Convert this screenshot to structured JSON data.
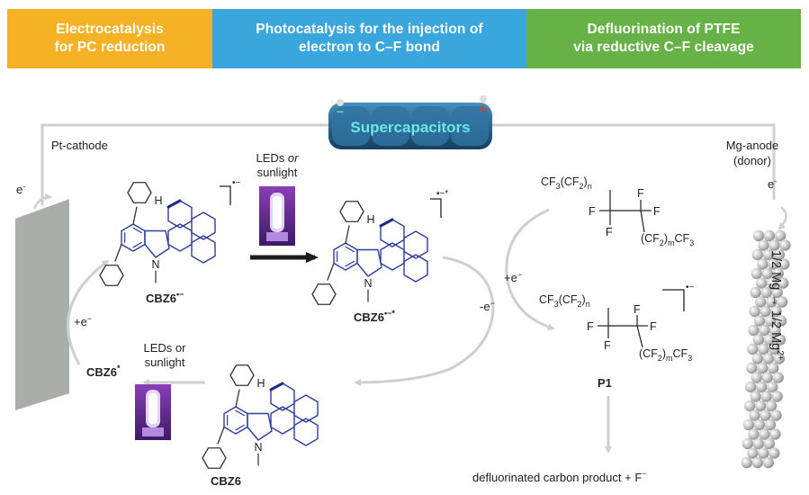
{
  "headers": [
    {
      "line1": "Electrocatalysis",
      "line2": "for PC reduction",
      "color": "#f6b224"
    },
    {
      "line1": "Photocatalysis for the injection of",
      "line2": "electron to C–F bond",
      "color": "#3aa6de"
    },
    {
      "line1": "Defluorination of PTFE",
      "line2": "via reductive C–F cleavage",
      "color": "#67b246"
    }
  ],
  "device": {
    "supercapacitors": "Supercapacitors",
    "pt_cathode": "Pt-cathode",
    "mg_anode_line1": "Mg-anode",
    "mg_anode_line2": "(donor)",
    "electron": "e",
    "electron_sup": "-",
    "anode_reaction": "1/2 Mg → 1/2 Mg",
    "anode_reaction_sup": "2+"
  },
  "light": {
    "top_line1": "LEDs ",
    "top_or": "or",
    "top_line2": "sunlight",
    "bottom_line1": "LEDs or",
    "bottom_line2": "sunlight"
  },
  "species": {
    "cbz6_radical": "CBZ6",
    "cbz6_radical_sup": "•−",
    "cbz6_excited_radical": "CBZ6",
    "cbz6_excited_radical_sup": "•−*",
    "cbz6": "CBZ6",
    "cbz6_star": "CBZ6",
    "cbz6_star_sup": "*",
    "h_atom": "H",
    "n_atom": "N",
    "radical_mark": "•−",
    "radical_star_mark": "•−*"
  },
  "steps": {
    "plus_e_left": "+e",
    "minus_e": "-e",
    "plus_e_right": "+e",
    "e_sup": "−"
  },
  "ptfe": {
    "chain_cf3": "CF",
    "chain_3": "3",
    "chain_cf2": "(CF",
    "chain_2": "2",
    "chain_n": ")",
    "n_sub": "n",
    "m_tail": "(CF",
    "m_tail2": ")",
    "m_sub": "m",
    "m_end": "CF",
    "f": "F",
    "p1": "P1"
  },
  "product": {
    "text": "defluorinated carbon product   +  F",
    "sup": "−"
  }
}
